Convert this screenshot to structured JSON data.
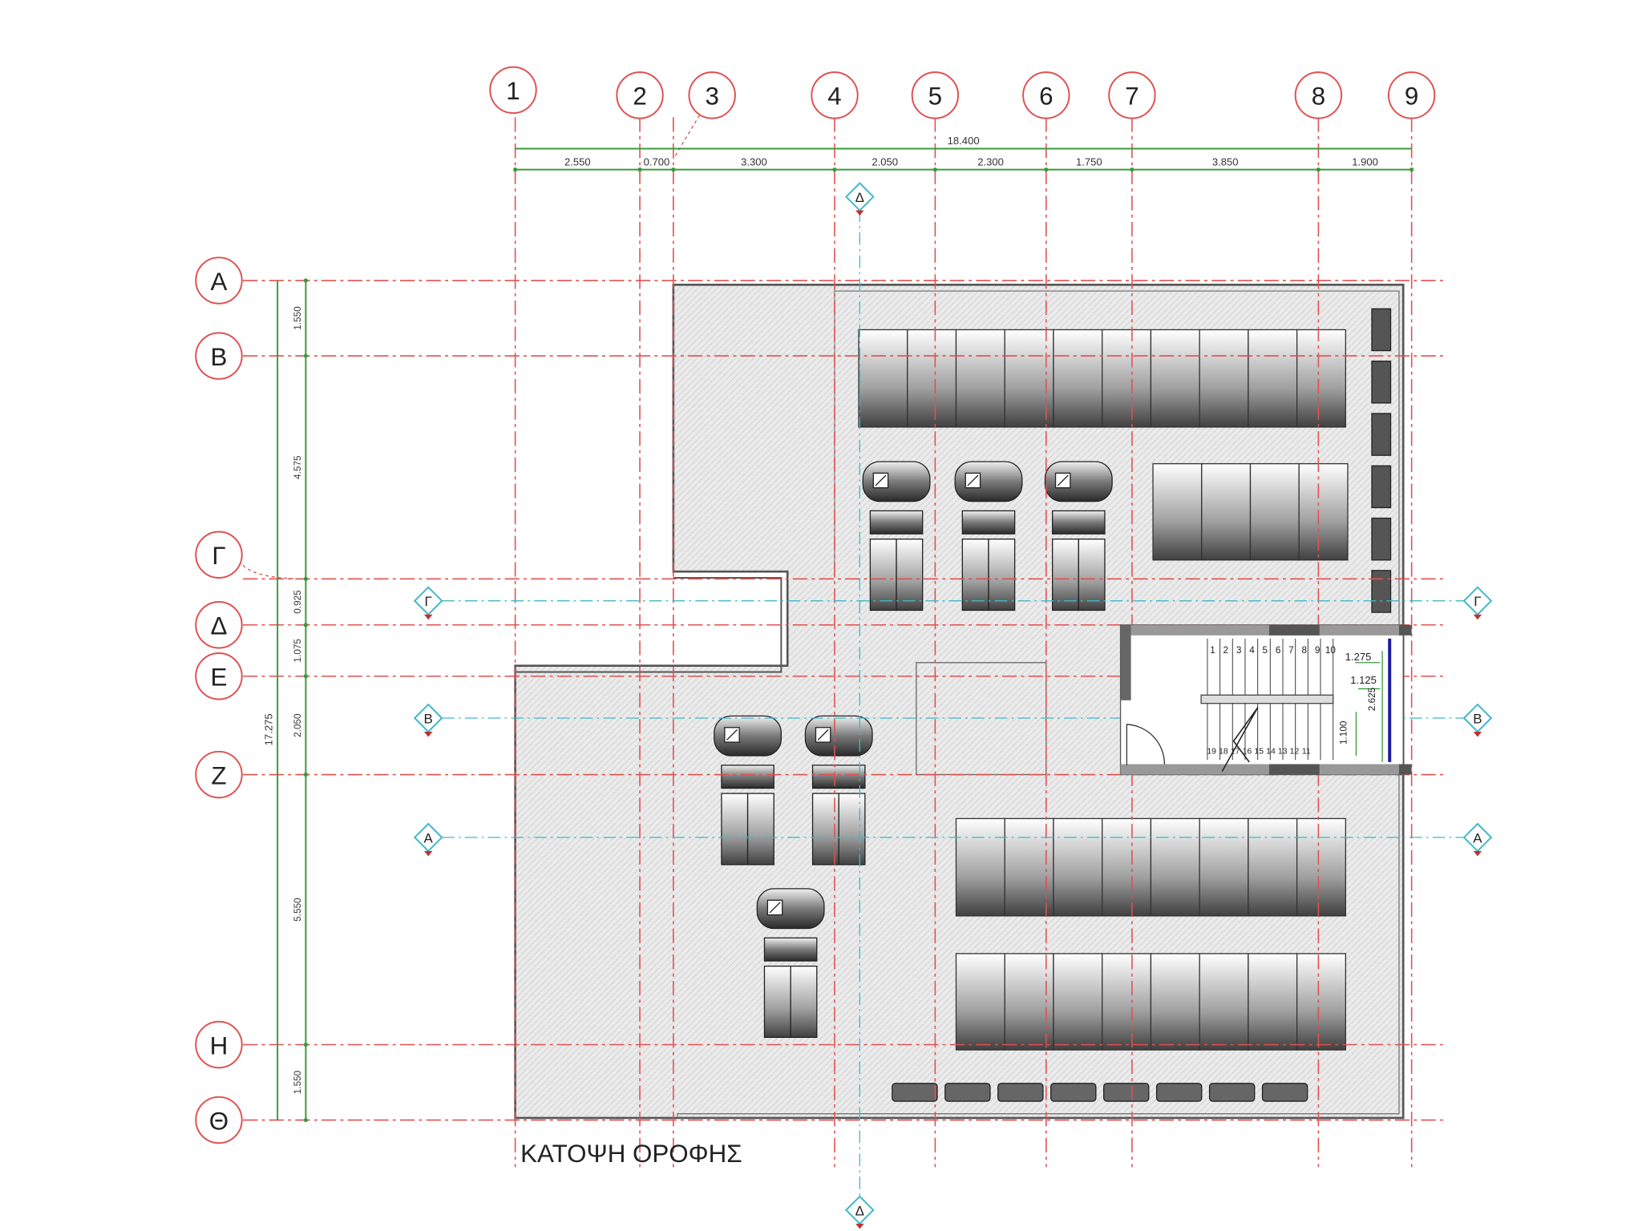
{
  "drawing_title": "ΚΑΤΟΨΗ ΟΡΟΦΗΣ",
  "column_axes": [
    "1",
    "2",
    "3",
    "4",
    "5",
    "6",
    "7",
    "8",
    "9"
  ],
  "row_axes": [
    "Α",
    "Β",
    "Γ",
    "Δ",
    "Ε",
    "Ζ",
    "Η",
    "Θ"
  ],
  "horizontal_dimensions": {
    "total": "18.400",
    "segments": [
      "2.550",
      "0.700",
      "3.300",
      "2.050",
      "2.300",
      "1.750",
      "3.850",
      "1.900"
    ]
  },
  "vertical_dimensions": {
    "total": "17.275",
    "segments": [
      "1.550",
      "4.575",
      "0.925",
      "1.075",
      "2.050",
      "5.550",
      "1.550"
    ]
  },
  "section_markers": {
    "vertical": "Δ",
    "horizontal": [
      "Γ",
      "Β",
      "Α"
    ]
  },
  "stair": {
    "upper_steps": [
      "1",
      "2",
      "3",
      "4",
      "5",
      "6",
      "7",
      "8",
      "9",
      "10"
    ],
    "lower_steps": [
      "19",
      "18",
      "17",
      "16",
      "15",
      "14",
      "13",
      "12",
      "11"
    ],
    "dims": [
      "1.275",
      "1.125",
      "2.625",
      "1.100"
    ]
  },
  "colors": {
    "grid": "#e05050",
    "dimension": "#3a9a3a",
    "section": "#40b8c8",
    "wall": "#555555"
  }
}
